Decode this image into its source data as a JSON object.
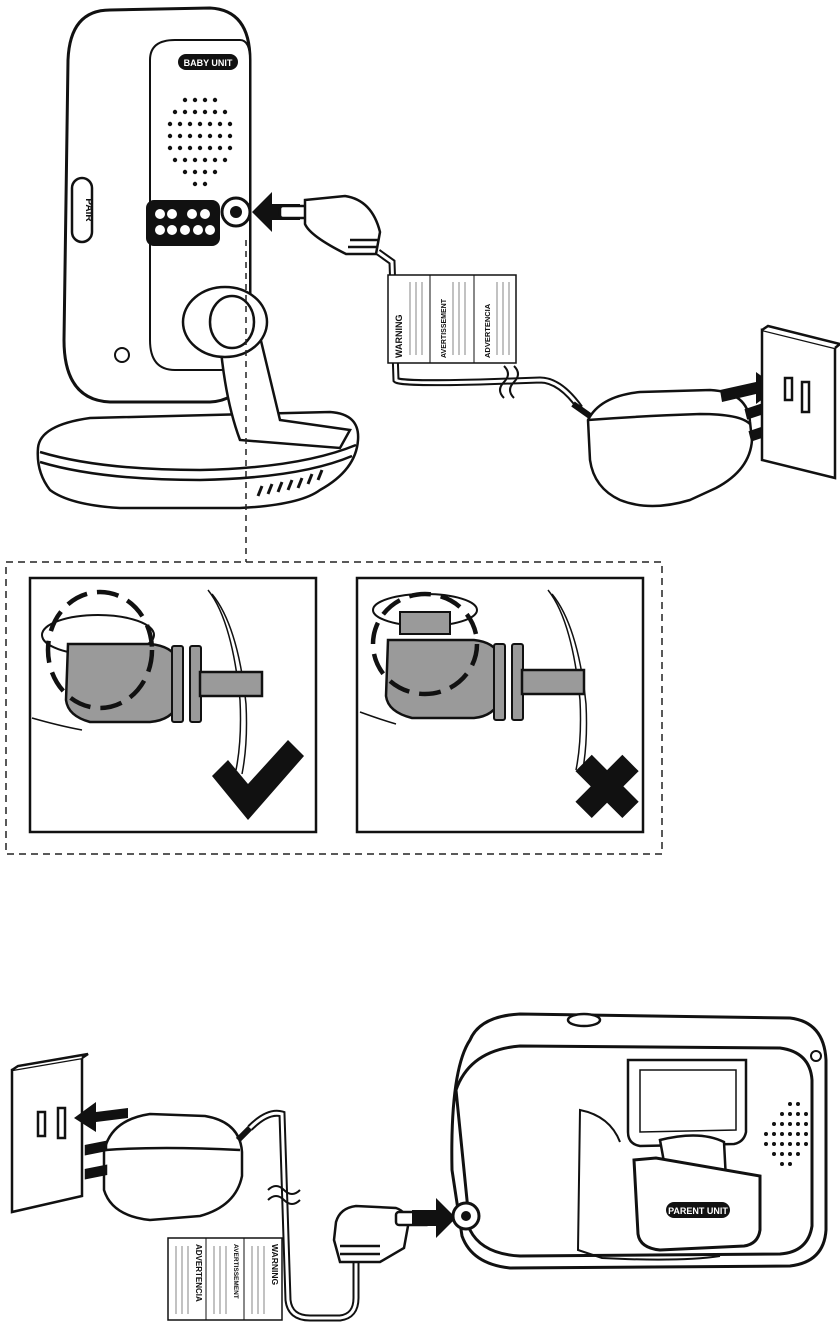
{
  "baby_unit": {
    "unit_label": "BABY UNIT",
    "pair_label": "PAIR"
  },
  "parent_unit": {
    "unit_label": "PARENT UNIT"
  },
  "warning_tag": {
    "warning": "WARNING",
    "avertissement": "AVERTISSEMENT",
    "advertencia": "ADVERTENCIA"
  },
  "insets": {
    "correct_mark": "check-icon",
    "incorrect_mark": "cross-icon"
  },
  "colors": {
    "ink": "#111111",
    "plug_fill": "#9a9a9a",
    "dash": "#222222"
  }
}
